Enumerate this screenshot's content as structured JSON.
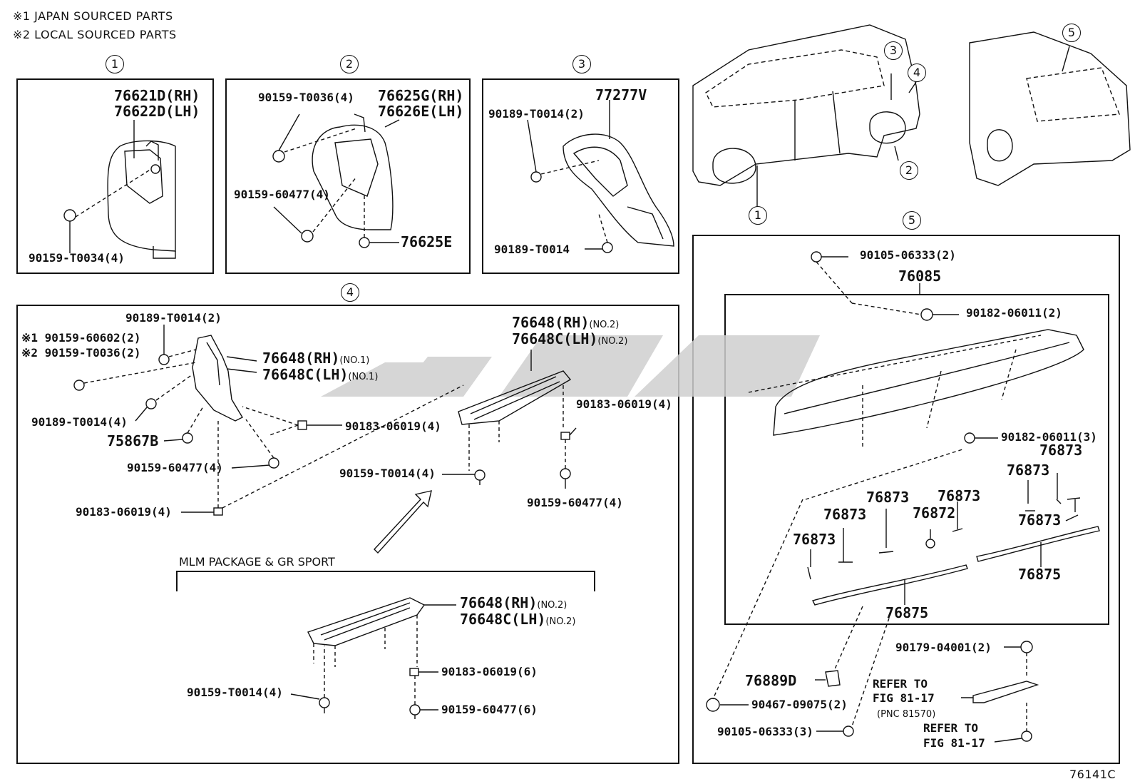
{
  "notes": {
    "n1": "※1  JAPAN SOURCED PARTS",
    "n2": "※2  LOCAL SOURCED PARTS"
  },
  "sections": {
    "s1": "1",
    "s2": "2",
    "s3": "3",
    "s4": "4",
    "s5": "5"
  },
  "vehicle": {
    "c1": "1",
    "c2": "2",
    "c3": "3",
    "c4": "4",
    "c5": "5"
  },
  "box1": {
    "p1": "76621D(RH)",
    "p2": "76622D(LH)",
    "p3": "90159-T0034(4)"
  },
  "box2": {
    "p1": "90159-T0036(4)",
    "p2": "76625G(RH)",
    "p3": "76626E(LH)",
    "p4": "90159-60477(4)",
    "p5": "76625E"
  },
  "box3": {
    "p1": "77277V",
    "p2": "90189-T0014(2)",
    "p3": "90189-T0014"
  },
  "box4": {
    "p1": "90189-T0014(2)",
    "p2": "※1 90159-60602(2)",
    "p3": "※2 90159-T0036(2)",
    "p4": "76648(RH)",
    "p4s": "(NO.1)",
    "p5": "76648C(LH)",
    "p5s": "(NO.1)",
    "p6": "90189-T0014(4)",
    "p7": "75867B",
    "p8": "90183-06019(4)",
    "p9": "90159-60477(4)",
    "p10": "90183-06019(4)",
    "p11": "76648(RH)",
    "p11s": "(NO.2)",
    "p12": "76648C(LH)",
    "p12s": "(NO.2)",
    "p13": "90183-06019(4)",
    "p14": "90159-T0014(4)",
    "p15": "90159-60477(4)",
    "pkg": "MLM PACKAGE & GR SPORT",
    "p16": "76648(RH)",
    "p16s": "(NO.2)",
    "p17": "76648C(LH)",
    "p17s": "(NO.2)",
    "p18": "90183-06019(6)",
    "p19": "90159-T0014(4)",
    "p20": "90159-60477(6)"
  },
  "box5": {
    "p1": "90105-06333(2)",
    "p2": "76085",
    "p3": "90182-06011(2)",
    "p4": "90182-06011(3)",
    "p5": "76873",
    "p6": "76873",
    "p7": "76873",
    "p8": "76873",
    "p9": "76873",
    "p10": "76872",
    "p11": "76873",
    "p12": "76873",
    "p13": "76875",
    "p14": "76875",
    "p15": "90179-04001(2)",
    "p16": "76889D",
    "p17": "REFER TO",
    "p18": "FIG 81-17",
    "p19": "(PNC 81570)",
    "p20": "90467-09075(2)",
    "p21": "90105-06333(3)",
    "p22": "REFER TO",
    "p23": "FIG 81-17"
  },
  "figure_number": "76141C",
  "watermark_color": "#bdbdbd"
}
